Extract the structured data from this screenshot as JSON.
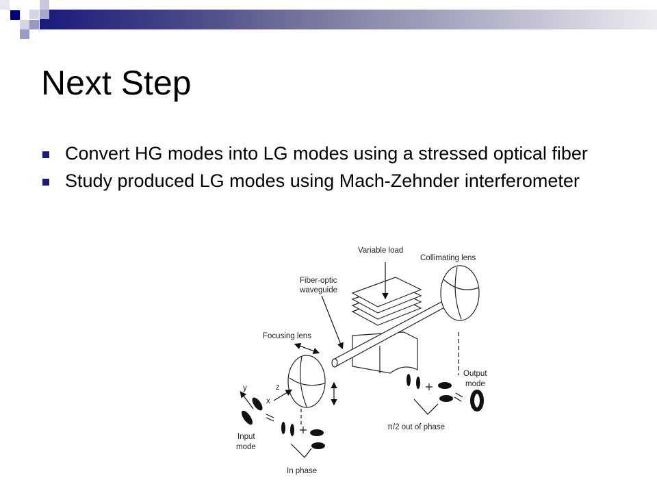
{
  "slide": {
    "title": "Next Step",
    "bullets": [
      "Convert HG modes into LG modes using a stressed optical fiber",
      "Study produced LG modes using Mach-Zehnder interferometer"
    ],
    "accent_color": "#1a1a7c"
  },
  "diagram": {
    "labels": {
      "variable_load": "Variable load",
      "collimating_lens": "Collimating lens",
      "fiber_optic_1": "Fiber-optic",
      "fiber_optic_2": "waveguide",
      "focusing_lens": "Focusing lens",
      "axis_y": "y",
      "axis_z": "z",
      "axis_x": "x",
      "input_mode_1": "Input",
      "input_mode_2": "mode",
      "in_phase": "In phase",
      "out_of_phase": "π/2 out of phase",
      "output_mode_1": "Output",
      "output_mode_2": "mode"
    }
  }
}
